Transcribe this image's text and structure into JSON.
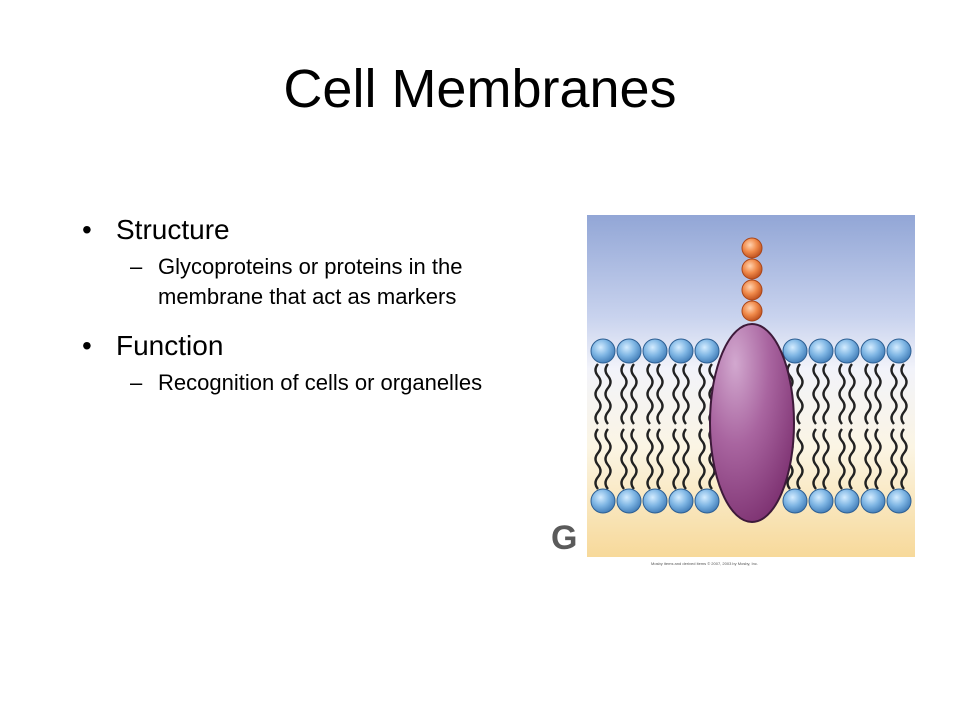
{
  "slide": {
    "title": "Cell Membranes",
    "bullets": [
      {
        "text": "Structure",
        "sub": [
          "Glycoproteins or proteins in the membrane that act as markers"
        ]
      },
      {
        "text": "Function",
        "sub": [
          "Recognition of cells or organelles"
        ]
      }
    ],
    "bullet_glyph": "•",
    "sub_glyph": "–"
  },
  "figure": {
    "letter": "G",
    "credit": "Mosby items and derived items © 2007, 2003 by Mosby, Inc.",
    "colors": {
      "top_bg": "#92a6d6",
      "bottom_bg": "#f7d99a",
      "phospholipid_head": "#6fa8dc",
      "protein": "#9b4a8c",
      "carbohydrate_chain": "#e8793a"
    }
  }
}
